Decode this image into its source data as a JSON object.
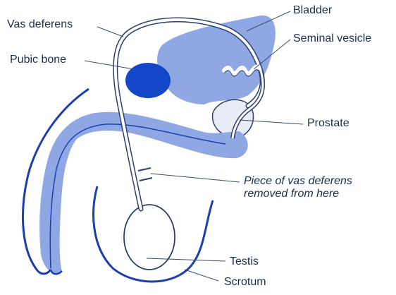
{
  "diagram": {
    "labels": {
      "vas_deferens": "Vas deferens",
      "bladder": "Bladder",
      "seminal_vesicle": "Seminal vesicle",
      "pubic_bone": "Pubic bone",
      "prostate": "Prostate",
      "removal_note_line1": "Piece of vas deferens",
      "removal_note_line2": "removed from here",
      "testis": "Testis",
      "scrotum": "Scrotum"
    },
    "colors": {
      "tissue_fill": "#8fa8e4",
      "outline": "#1c3fb0",
      "pubic_bone_fill": "#1446c8",
      "duct": "#2c3f70",
      "leader_line": "#3c4a6a",
      "text": "#1d2e4a"
    }
  }
}
